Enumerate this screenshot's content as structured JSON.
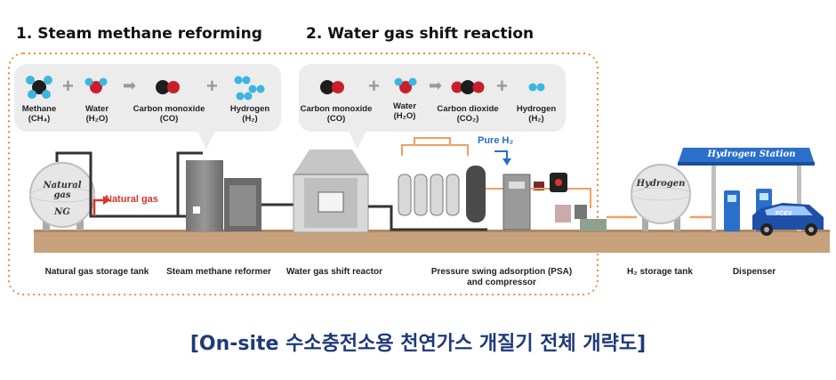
{
  "titles": {
    "section1": "1. Steam methane reforming",
    "section2": "2. Water gas shift reaction"
  },
  "reaction1": {
    "methane": "Methane",
    "methane_formula": "(CH₄)",
    "water": "Water",
    "water_formula": "(H₂O)",
    "co": "Carbon monoxide",
    "co_formula": "(CO)",
    "hydrogen": "Hydrogen",
    "hydrogen_formula": "(H₂)",
    "plus": "+",
    "arrow": "➡"
  },
  "reaction2": {
    "co": "Carbon monoxide",
    "co_formula": "(CO)",
    "water": "Water",
    "water_formula": "(H₂O)",
    "co2": "Carbon dioxide",
    "co2_formula": "(CO₂)",
    "hydrogen": "Hydrogen",
    "hydrogen_formula": "(H₂)",
    "plus": "+",
    "arrow": "➡"
  },
  "equipment": {
    "tank_text_1": "Natural gas",
    "tank_text_2": "NG",
    "natural_gas_flow": "Natural gas",
    "pure_h2": "Pure H₂",
    "h2_tank_text": "Hydrogen",
    "station_sign": "Hydrogen Station",
    "car_text": "FCEV"
  },
  "labels": {
    "storage_tank": "Natural gas storage tank",
    "reformer": "Steam methane reformer",
    "shift_reactor": "Water gas shift reactor",
    "psa_line1": "Pressure swing adsorption (PSA)",
    "psa_line2": "and compressor",
    "h2_tank": "H₂ storage tank",
    "dispenser": "Dispenser"
  },
  "caption": "[On-site 수소충전소용 천연가스 개질기 전체 개략도]",
  "colors": {
    "caption": "#1f3a7a",
    "dotted_frame": "#f08a30",
    "ground": "#c8a27c",
    "arrow_red": "#d9342b",
    "station_blue": "#2a6fc9",
    "pipe_orange": "#f0a060"
  }
}
